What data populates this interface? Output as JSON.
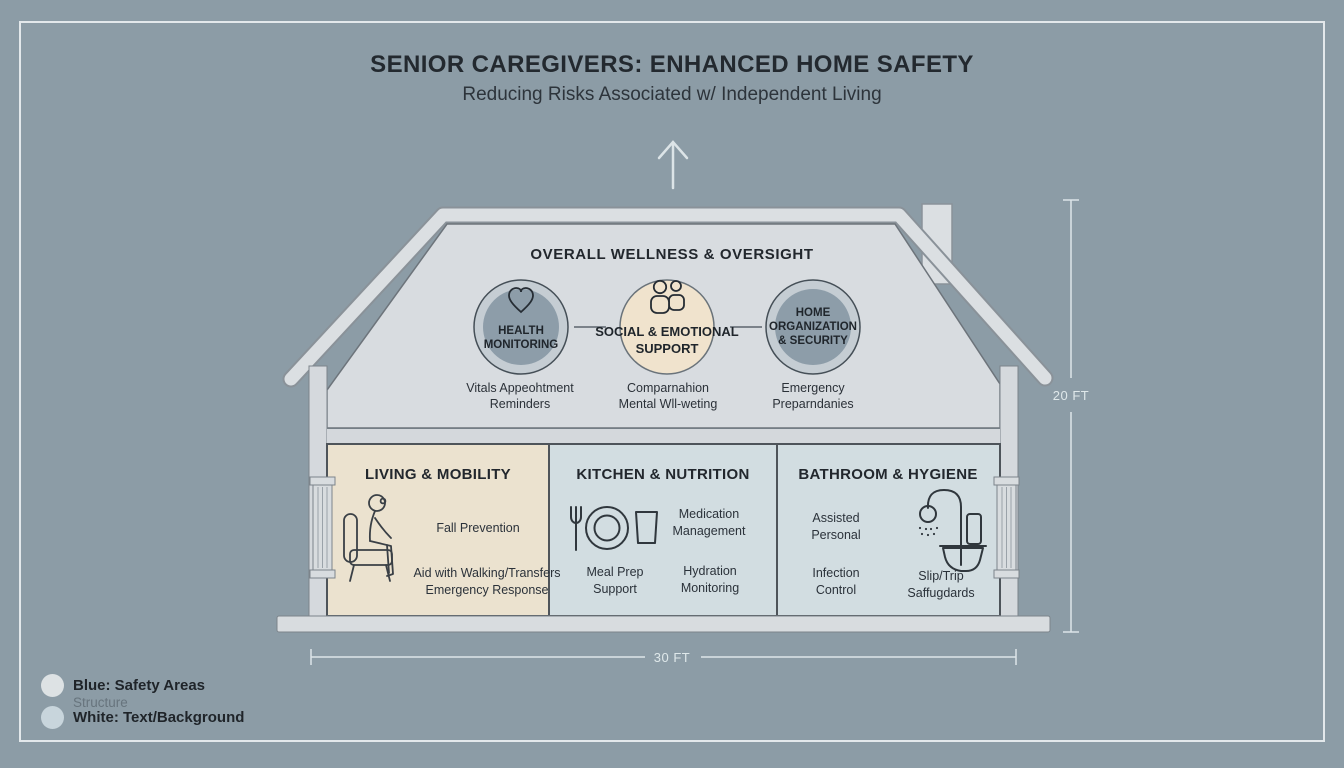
{
  "header": {
    "title": "SENIOR CAREGIVERS: ENHANCED HOME SAFETY",
    "subtitle": "Reducing Risks Associated w/ Independent Living"
  },
  "attic": {
    "title": "OVERALL WELLNESS & OVERSIGHT",
    "nodes": [
      {
        "icon": "heart-icon",
        "label": "HEALTH\nMONITORING",
        "sublabel": "Vitals Appeohtment\nReminders"
      },
      {
        "icon": "people-icon",
        "label": "SOCIAL & EMOTIONAL\nSUPPORT",
        "sublabel": "Comparnahion\nMental Wll-weting"
      },
      {
        "icon": "none",
        "label": "HOME\nORGANIZATION\n& SECURITY",
        "sublabel": "Emergency\nPreparndanies"
      }
    ]
  },
  "rooms": [
    {
      "icon": "person-in-chair-icon",
      "title": "LIVING & MOBILITY",
      "item1": "Fall Prevention",
      "item2": "Aid with Walking/Transfers\nEmergency Response"
    },
    {
      "icon": "meal-icon",
      "title": "KITCHEN & NUTRITION",
      "item1": "Medication\nManagement",
      "item2": "Meal Prep\nSupport",
      "item3": "Hydration\nMonitoring"
    },
    {
      "icon": "shower-toilet-icon",
      "title": "BATHROOM & HYGIENE",
      "item1": "Assisted\nPersonal",
      "item2": "Infection\nControl",
      "item3": "Slip/Trip\nSaffugdards"
    }
  ],
  "dimensions": {
    "height": "20 FT",
    "width": "30 FT"
  },
  "legend": {
    "entry1": "Blue: Safety Areas",
    "note": "Structure",
    "entry2": "White: Text/Background"
  },
  "colors": {
    "background": "#8c9ca6",
    "frame": "#ecf1f3",
    "structure_light": "#dbdfe2",
    "attic_fill": "#d8dce0",
    "room_beige": "#ebe2cf",
    "room_blue": "#d2dde1",
    "circle_slate": "#8d9da9",
    "circle_ring": "#c5cdd3",
    "circle_cream": "#f0e3cd",
    "outline_dark": "#4e545a",
    "text_dark": "#262c33",
    "dimension": "#dde5e8"
  }
}
